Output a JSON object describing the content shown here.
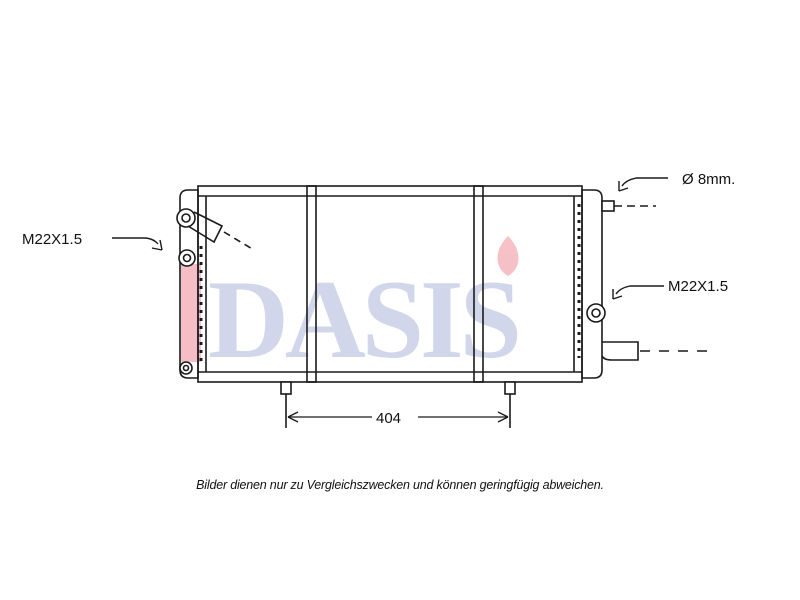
{
  "watermark": {
    "text": "DASIS",
    "letter_color": "#c9cfe8",
    "accent_color": "#f4b6bd"
  },
  "labels": {
    "left_thread": "M22X1.5",
    "right_thread": "M22X1.5",
    "pipe_diameter": "Ø 8mm.",
    "mount_spacing": "404"
  },
  "disclaimer": "Bilder dienen nur zu Vergleichszwecken und können geringfügig abweichen.",
  "colors": {
    "line": "#1a1a1a",
    "inlet_tank_tint": "#f2a7b3"
  }
}
